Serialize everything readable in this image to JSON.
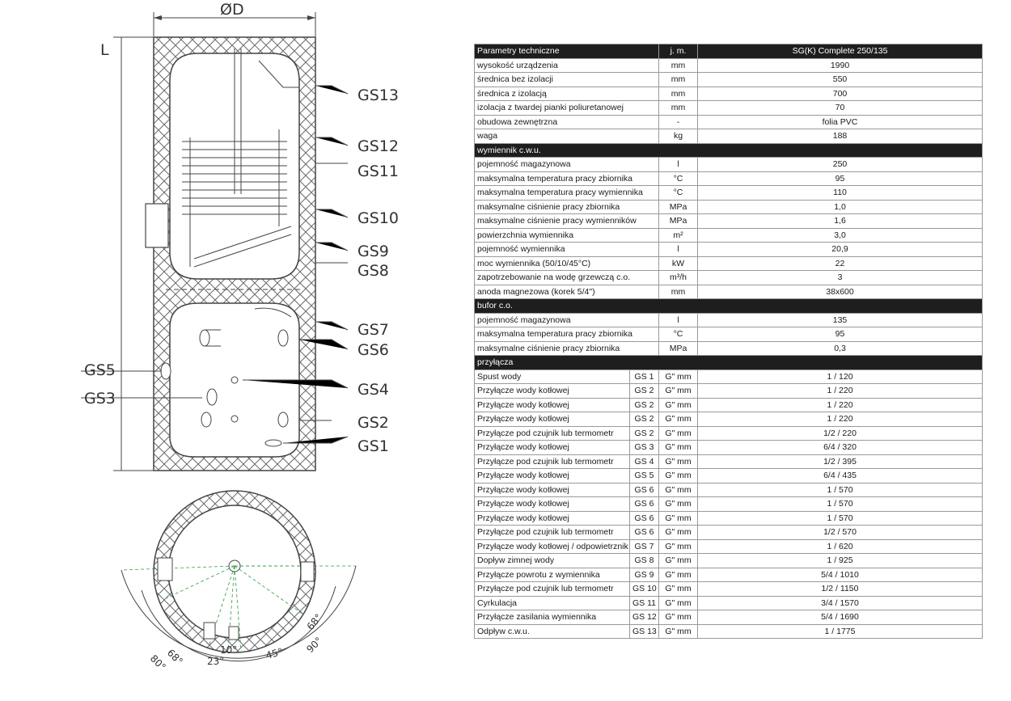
{
  "drawing": {
    "diameter_label": "ØD",
    "height_label": "L",
    "labels_right": [
      "GS13",
      "GS12",
      "GS11",
      "GS10",
      "GS9",
      "GS8",
      "GS7",
      "GS6",
      "GS4",
      "GS2",
      "GS1"
    ],
    "labels_left": [
      "GS5",
      "GS3"
    ],
    "angles": [
      "80°",
      "68°",
      "10°",
      "23°",
      "45°",
      "90°",
      "68°"
    ]
  },
  "table": {
    "header": {
      "param": "Parametry techniczne",
      "unit": "j. m.",
      "model": "SG(K) Complete 250/135"
    },
    "general": [
      {
        "name": "wysokość urządzenia",
        "unit": "mm",
        "value": "1990"
      },
      {
        "name": "średnica bez izolacji",
        "unit": "mm",
        "value": "550"
      },
      {
        "name": "średnica z izolacją",
        "unit": "mm",
        "value": "700"
      },
      {
        "name": "izolacja z twardej pianki poliuretanowej",
        "unit": "mm",
        "value": "70"
      },
      {
        "name": "obudowa zewnętrzna",
        "unit": "-",
        "value": "folia PVC"
      },
      {
        "name": "waga",
        "unit": "kg",
        "value": "188"
      }
    ],
    "section_cwu": "wymiennik c.w.u.",
    "cwu": [
      {
        "name": "pojemność magazynowa",
        "unit": "l",
        "value": "250"
      },
      {
        "name": "maksymalna temperatura pracy zbiornika",
        "unit": "°C",
        "value": "95"
      },
      {
        "name": "maksymalna temperatura pracy wymiennika",
        "unit": "°C",
        "value": "110"
      },
      {
        "name": "maksymalne ciśnienie pracy zbiornika",
        "unit": "MPa",
        "value": "1,0"
      },
      {
        "name": "maksymalne ciśnienie pracy wymienników",
        "unit": "MPa",
        "value": "1,6"
      },
      {
        "name": "powierzchnia wymiennika",
        "unit": "m²",
        "value": "3,0"
      },
      {
        "name": "pojemność wymiennika",
        "unit": "l",
        "value": "20,9"
      },
      {
        "name": "moc wymiennika (50/10/45°C)",
        "unit": "kW",
        "value": "22"
      },
      {
        "name": "zapotrzebowanie na wodę grzewczą c.o.",
        "unit": "m³/h",
        "value": "3"
      },
      {
        "name": "anoda magnezowa (korek 5/4\")",
        "unit": "mm",
        "value": "38x600"
      }
    ],
    "section_buffer": "bufor c.o.",
    "buffer": [
      {
        "name": "pojemność magazynowa",
        "unit": "l",
        "value": "135"
      },
      {
        "name": "maksymalna temperatura pracy zbiornika",
        "unit": "°C",
        "value": "95"
      },
      {
        "name": "maksymalne ciśnienie pracy zbiornika",
        "unit": "MPa",
        "value": "0,3"
      }
    ],
    "section_conn": "przyłącza",
    "connections": [
      {
        "name": "Spust wody",
        "gs": "GS 1",
        "unit": "G\" mm",
        "value": "1 / 120"
      },
      {
        "name": "Przyłącze wody kotłowej",
        "gs": "GS 2",
        "unit": "G\" mm",
        "value": "1 / 220"
      },
      {
        "name": "Przyłącze wody kotłowej",
        "gs": "GS 2",
        "unit": "G\" mm",
        "value": "1 / 220"
      },
      {
        "name": "Przyłącze wody kotłowej",
        "gs": "GS 2",
        "unit": "G\" mm",
        "value": "1 / 220"
      },
      {
        "name": "Przyłącze pod czujnik lub termometr",
        "gs": "GS 2",
        "unit": "G\" mm",
        "value": "1/2 / 220"
      },
      {
        "name": "Przyłącze wody kotłowej",
        "gs": "GS 3",
        "unit": "G\" mm",
        "value": "6/4 / 320"
      },
      {
        "name": "Przyłącze pod czujnik lub termometr",
        "gs": "GS 4",
        "unit": "G\" mm",
        "value": "1/2 / 395"
      },
      {
        "name": "Przyłącze wody kotłowej",
        "gs": "GS 5",
        "unit": "G\" mm",
        "value": "6/4 / 435"
      },
      {
        "name": "Przyłącze wody kotłowej",
        "gs": "GS 6",
        "unit": "G\" mm",
        "value": "1 / 570"
      },
      {
        "name": "Przyłącze wody kotłowej",
        "gs": "GS 6",
        "unit": "G\" mm",
        "value": "1 / 570"
      },
      {
        "name": "Przyłącze wody kotłowej",
        "gs": "GS 6",
        "unit": "G\" mm",
        "value": "1 / 570"
      },
      {
        "name": "Przyłącze pod czujnik lub termometr",
        "gs": "GS 6",
        "unit": "G\" mm",
        "value": "1/2 / 570"
      },
      {
        "name": "Przyłącze wody kotłowej / odpowietrznik",
        "gs": "GS 7",
        "unit": "G\" mm",
        "value": "1 / 620"
      },
      {
        "name": "Dopływ zimnej wody",
        "gs": "GS 8",
        "unit": "G\" mm",
        "value": "1 / 925"
      },
      {
        "name": "Przyłącze powrotu z wymiennika",
        "gs": "GS 9",
        "unit": "G\" mm",
        "value": "5/4 / 1010"
      },
      {
        "name": "Przyłącze pod czujnik lub termometr",
        "gs": "GS 10",
        "unit": "G\" mm",
        "value": "1/2 / 1150"
      },
      {
        "name": "Cyrkulacja",
        "gs": "GS 11",
        "unit": "G\" mm",
        "value": "3/4 / 1570"
      },
      {
        "name": "Przyłącze zasilania  wymiennika",
        "gs": "GS 12",
        "unit": "G\" mm",
        "value": "5/4 / 1690"
      },
      {
        "name": "Odpływ c.w.u.",
        "gs": "GS 13",
        "unit": "G\" mm",
        "value": "1 / 1775"
      }
    ]
  }
}
